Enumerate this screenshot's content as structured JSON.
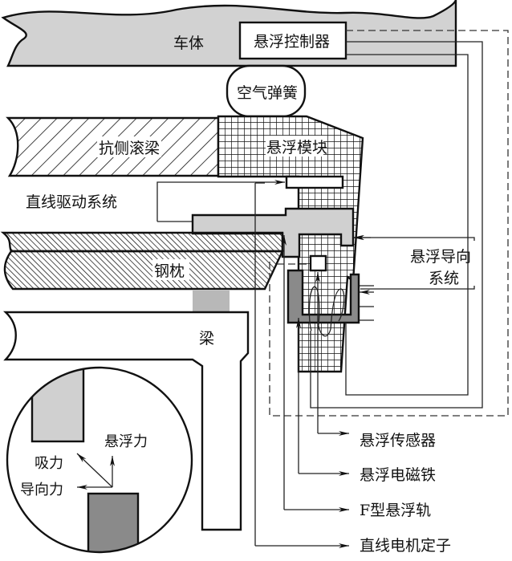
{
  "title": "磁悬浮列车悬浮导向系统结构示意图",
  "colors": {
    "body_fill": "#d2d2d2",
    "rail_fill": "#d0d0d0",
    "magnet_fill": "#8a8a8a",
    "line": "#111111",
    "background": "#ffffff"
  },
  "components": {
    "car_body": "车体",
    "suspension_controller": "悬浮控制器",
    "air_spring": "空气弹簧",
    "anti_roll_beam": "抗侧滚梁",
    "suspension_module": "悬浮模块",
    "linear_drive_system": "直线驱动系统",
    "steel_sleeper": "钢枕",
    "suspension_guide_system_line1": "悬浮导向",
    "suspension_guide_system_line2": "系统",
    "beam": "梁"
  },
  "inset": {
    "levitation_force": "悬浮力",
    "attraction_force": "吸力",
    "guidance_force": "导向力"
  },
  "callouts": [
    {
      "label": "悬浮传感器"
    },
    {
      "label": "悬浮电磁铁"
    },
    {
      "label": "F型悬浮轨"
    },
    {
      "label": "直线电机定子"
    }
  ]
}
